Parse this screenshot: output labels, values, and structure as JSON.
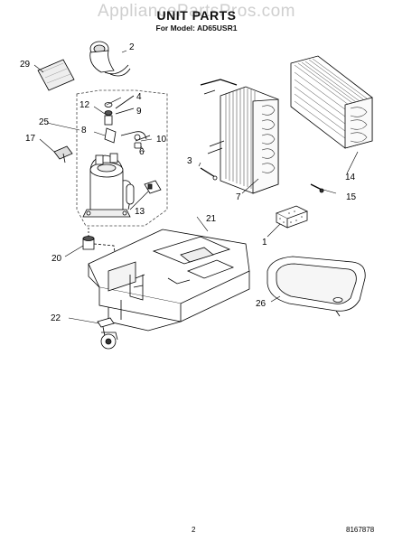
{
  "watermark": "AppliancePartsPros.com",
  "title": "UNIT PARTS",
  "subtitle": "For Model: AD65USR1",
  "callouts": {
    "c1": "1",
    "c2": "2",
    "c3": "3",
    "c4": "4",
    "c6": "6",
    "c7": "7",
    "c8": "8",
    "c9": "9",
    "c10": "10",
    "c12": "12",
    "c13": "13",
    "c14": "14",
    "c15": "15",
    "c17": "17",
    "c20": "20",
    "c21": "21",
    "c22": "22",
    "c25": "25",
    "c26": "26",
    "c29": "29"
  },
  "footer": {
    "page": "2",
    "docnum": "8167878"
  }
}
